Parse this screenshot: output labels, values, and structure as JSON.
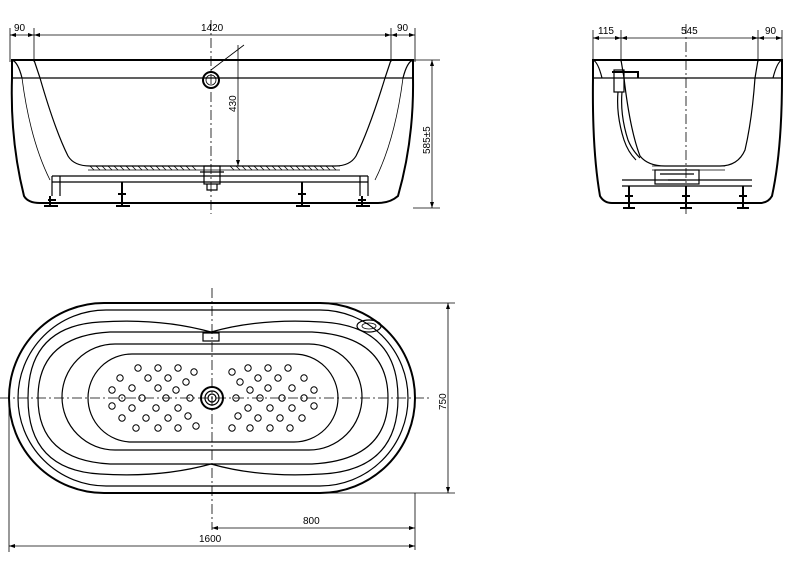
{
  "front_view": {
    "dim_left_rim": "90",
    "dim_length_inner": "1420",
    "dim_right_rim": "90",
    "dim_depth": "430",
    "dim_height": "585±5"
  },
  "side_view": {
    "dim_left_rim": "115",
    "dim_width_inner": "545",
    "dim_right_rim": "90"
  },
  "top_view": {
    "dim_width": "750",
    "dim_half_length": "800",
    "dim_length": "1600"
  }
}
